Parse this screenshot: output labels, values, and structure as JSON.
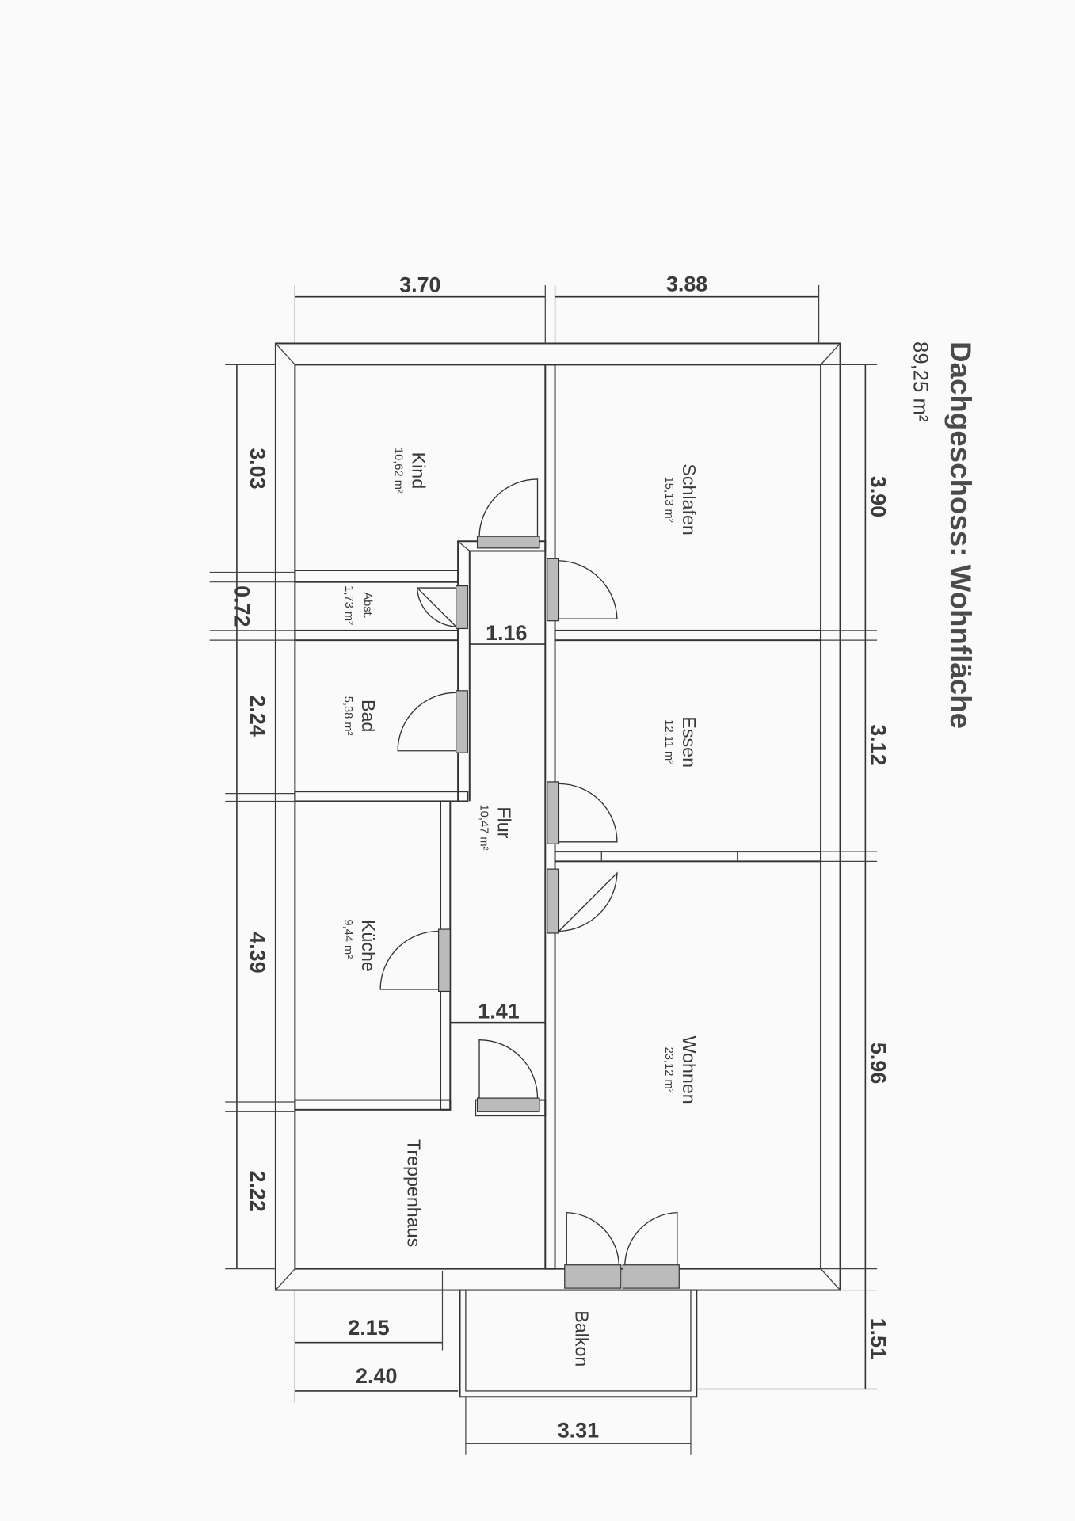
{
  "title": "Dachgeschoss: Wohnfläche",
  "total_area": "89,25 m²",
  "rooms": {
    "kind": {
      "name": "Kind",
      "area": "10,62 m²"
    },
    "schlafen": {
      "name": "Schlafen",
      "area": "15,13 m²"
    },
    "abst": {
      "name": "Abst.",
      "area": "1,73 m²"
    },
    "bad": {
      "name": "Bad",
      "area": "5,38 m²"
    },
    "essen": {
      "name": "Essen",
      "area": "12,11 m²"
    },
    "flur": {
      "name": "Flur",
      "area": "10,47 m²"
    },
    "kueche": {
      "name": "Küche",
      "area": "9,44 m²"
    },
    "wohnen": {
      "name": "Wohnen",
      "area": "23,12 m²"
    },
    "treppenhaus": {
      "name": "Treppenhaus"
    },
    "balkon": {
      "name": "Balkon"
    }
  },
  "dimensions": {
    "top": [
      "3.70",
      "3.88"
    ],
    "left": [
      "3.03",
      "0.72",
      "2.24",
      "4.39",
      "2.22"
    ],
    "right": [
      "3.90",
      "3.12",
      "5.96",
      "1.51"
    ],
    "bottom": [
      "2.15",
      "2.40",
      "3.31"
    ],
    "flur": [
      "1.16",
      "1.41"
    ]
  }
}
